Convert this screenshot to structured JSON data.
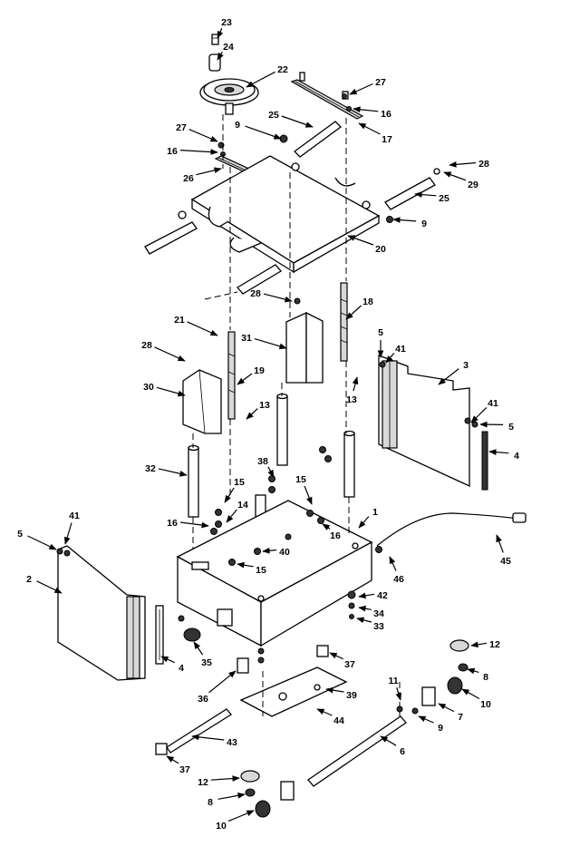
{
  "callouts": [
    {
      "label": "23"
    },
    {
      "label": "24"
    },
    {
      "label": "22"
    },
    {
      "label": "27"
    },
    {
      "label": "16"
    },
    {
      "label": "25"
    },
    {
      "label": "17"
    },
    {
      "label": "9"
    },
    {
      "label": "27"
    },
    {
      "label": "16"
    },
    {
      "label": "26"
    },
    {
      "label": "28"
    },
    {
      "label": "29"
    },
    {
      "label": "25"
    },
    {
      "label": "9"
    },
    {
      "label": "20"
    },
    {
      "label": "28"
    },
    {
      "label": "18"
    },
    {
      "label": "21"
    },
    {
      "label": "31"
    },
    {
      "label": "5"
    },
    {
      "label": "41"
    },
    {
      "label": "3"
    },
    {
      "label": "28"
    },
    {
      "label": "19"
    },
    {
      "label": "30"
    },
    {
      "label": "13"
    },
    {
      "label": "13"
    },
    {
      "label": "41"
    },
    {
      "label": "5"
    },
    {
      "label": "4"
    },
    {
      "label": "32"
    },
    {
      "label": "38"
    },
    {
      "label": "15"
    },
    {
      "label": "14"
    },
    {
      "label": "15"
    },
    {
      "label": "1"
    },
    {
      "label": "16"
    },
    {
      "label": "16"
    },
    {
      "label": "40"
    },
    {
      "label": "15"
    },
    {
      "label": "45"
    },
    {
      "label": "46"
    },
    {
      "label": "5"
    },
    {
      "label": "41"
    },
    {
      "label": "2"
    },
    {
      "label": "42"
    },
    {
      "label": "34"
    },
    {
      "label": "33"
    },
    {
      "label": "4"
    },
    {
      "label": "35"
    },
    {
      "label": "36"
    },
    {
      "label": "37"
    },
    {
      "label": "12"
    },
    {
      "label": "8"
    },
    {
      "label": "39"
    },
    {
      "label": "11"
    },
    {
      "label": "10"
    },
    {
      "label": "7"
    },
    {
      "label": "9"
    },
    {
      "label": "44"
    },
    {
      "label": "43"
    },
    {
      "label": "6"
    },
    {
      "label": "37"
    },
    {
      "label": "12"
    },
    {
      "label": "8"
    },
    {
      "label": "10"
    }
  ]
}
